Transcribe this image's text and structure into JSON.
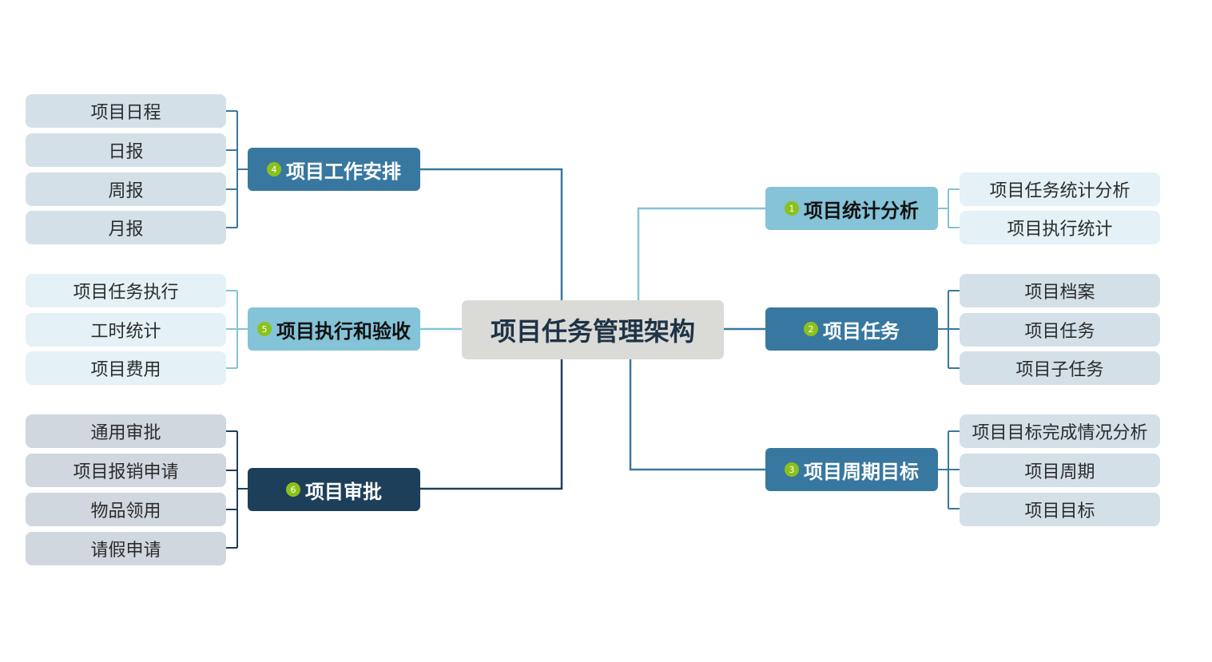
{
  "diagram": {
    "center": "项目任务管理架构",
    "branches": [
      {
        "num": "1",
        "label": "项目统计分析",
        "children": [
          "项目任务统计分析",
          "项目执行统计"
        ]
      },
      {
        "num": "2",
        "label": "项目任务",
        "children": [
          "项目档案",
          "项目任务",
          "项目子任务"
        ]
      },
      {
        "num": "3",
        "label": "项目周期目标",
        "children": [
          "项目目标完成情况分析",
          "项目周期",
          "项目目标"
        ]
      },
      {
        "num": "4",
        "label": "项目工作安排",
        "children": [
          "项目日程",
          "日报",
          "周报",
          "月报"
        ]
      },
      {
        "num": "5",
        "label": "项目执行和验收",
        "children": [
          "项目任务执行",
          "工时统计",
          "项目费用"
        ]
      },
      {
        "num": "6",
        "label": "项目审批",
        "children": [
          "通用审批",
          "项目报销申请",
          "物品领用",
          "请假申请"
        ]
      }
    ]
  },
  "colors": {
    "center_fill": "#dadbd7",
    "dark_branch": "#1d3f5a",
    "mid_branch": "#3878a0",
    "light_branch": "#84c3d8",
    "badge": "#8cc11c"
  }
}
